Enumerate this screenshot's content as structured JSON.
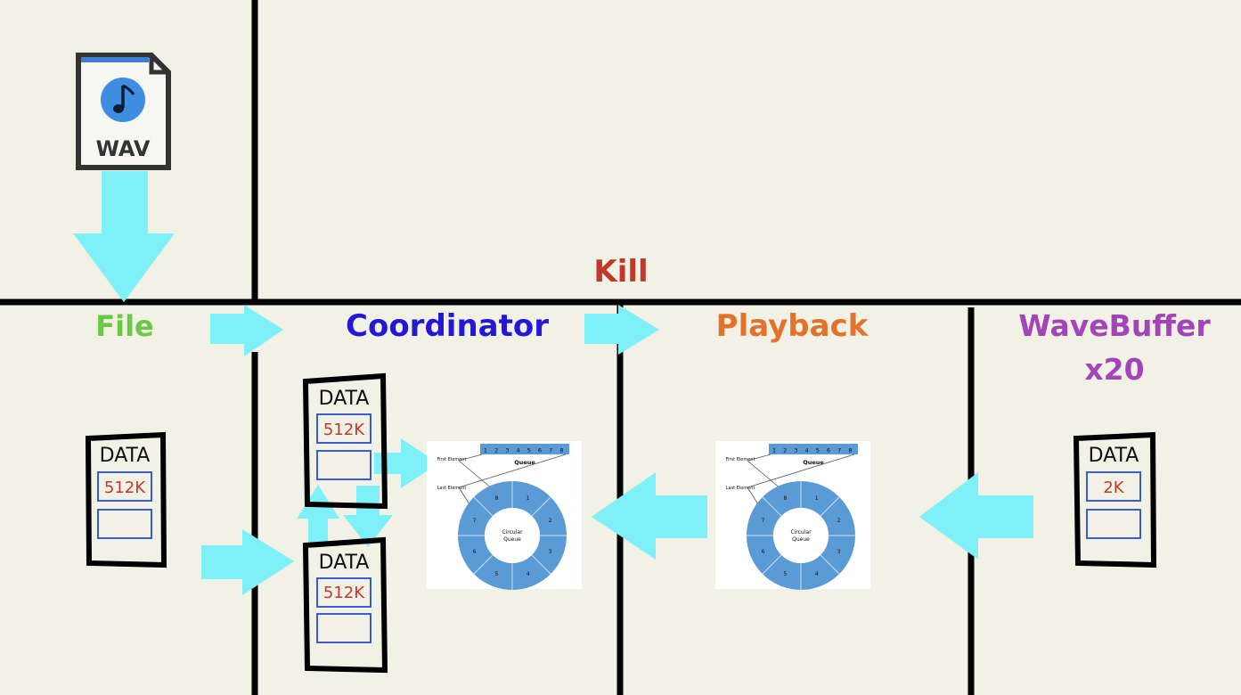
{
  "file_icon": {
    "label": "WAV"
  },
  "labels": {
    "kill": "Kill",
    "file": "File",
    "coordinator": "Coordinator",
    "playback": "Playback",
    "wavebuffer": "WaveBuffer",
    "wavebuffer_count": "x20"
  },
  "buffers": {
    "file": {
      "title": "DATA",
      "size": "512K"
    },
    "coord_top": {
      "title": "DATA",
      "size": "512K"
    },
    "coord_bottom": {
      "title": "DATA",
      "size": "512K"
    },
    "wavebuffer": {
      "title": "DATA",
      "size": "2K"
    }
  },
  "queue": {
    "title": "Queue",
    "first": "First Element",
    "last": "Last Element",
    "center": "Circular Queue",
    "cells": [
      "1",
      "2",
      "3",
      "4",
      "5",
      "6",
      "7",
      "8"
    ]
  },
  "colors": {
    "kill": "#c0392b",
    "file": "#6bc944",
    "coordinator": "#2418d6",
    "playback": "#e3732c",
    "wavebuffer": "#a145b8",
    "arrow": "#7feff8",
    "queue": "#5b9bd5"
  }
}
